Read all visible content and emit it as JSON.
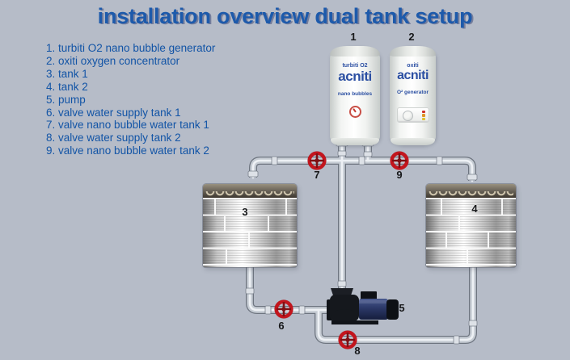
{
  "title": "installation overview dual tank setup",
  "legend": {
    "items": [
      "1. turbiti O2 nano bubble generator",
      "2. oxiti oxygen concentrator",
      "3. tank 1",
      "4. tank 2",
      "5. pump",
      "6. valve water supply tank 1",
      "7. valve nano bubble water tank 1",
      "8. valve water supply tank 2",
      "9. valve nano bubble water tank 2"
    ]
  },
  "devices": {
    "nano_generator": {
      "marker": "1",
      "model": "turbiti O2",
      "brand": "acniti",
      "tagline": "nano bubbles"
    },
    "oxygen_concentrator": {
      "marker": "2",
      "model": "oxiti",
      "brand": "acniti",
      "tagline": "O² generator"
    }
  },
  "equipment": {
    "tank1_marker": "3",
    "tank2_marker": "4",
    "pump_marker": "5",
    "valve_water_supply_tank1_marker": "6",
    "valve_nano_bubble_tank1_marker": "7",
    "valve_water_supply_tank2_marker": "8",
    "valve_nano_bubble_tank2_marker": "9"
  },
  "colors": {
    "background": "#b6bcc8",
    "title_blue": "#1d5aab",
    "legend_blue": "#1254a6",
    "logo_blue": "#2b4fa2",
    "valve_red": "#c3151d",
    "motor_blue": "#3a4c8e",
    "pipe_gray": "#c6ccd4"
  }
}
